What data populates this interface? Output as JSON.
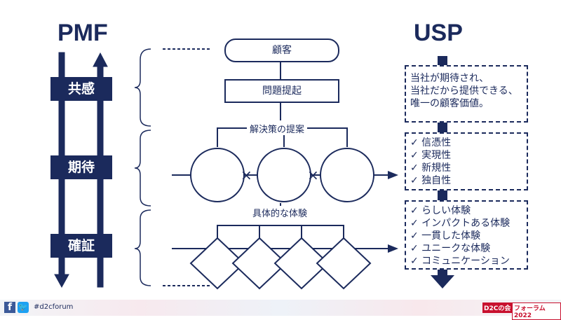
{
  "pmf": {
    "title": "PMF",
    "stages": [
      "共感",
      "期待",
      "確証"
    ]
  },
  "usp": {
    "title": "USP",
    "definition": [
      "当社が期待され、",
      "当社だから提供できる、",
      "唯一の顧客価値。"
    ],
    "criteria": [
      "✓ 信憑性",
      "✓ 実現性",
      "✓ 新規性",
      "✓ 独自性"
    ],
    "experiences": [
      "✓ らしい体験",
      "✓ インパクトある体験",
      "✓ 一貫した体験",
      "✓ ユニークな体験",
      "✓ コミュニケーション"
    ]
  },
  "flow": {
    "customer": "顧客",
    "problem": "問題提起",
    "solution_label": "解決策の提案",
    "times": "×",
    "experience_label": "具体的な体験"
  },
  "footer": {
    "hashtag": "#d2cforum",
    "badge_left": "D2Cの会",
    "badge_right": "フォーラム2022"
  },
  "colors": {
    "navy": "#1b2a5c",
    "red": "#c8102e"
  }
}
